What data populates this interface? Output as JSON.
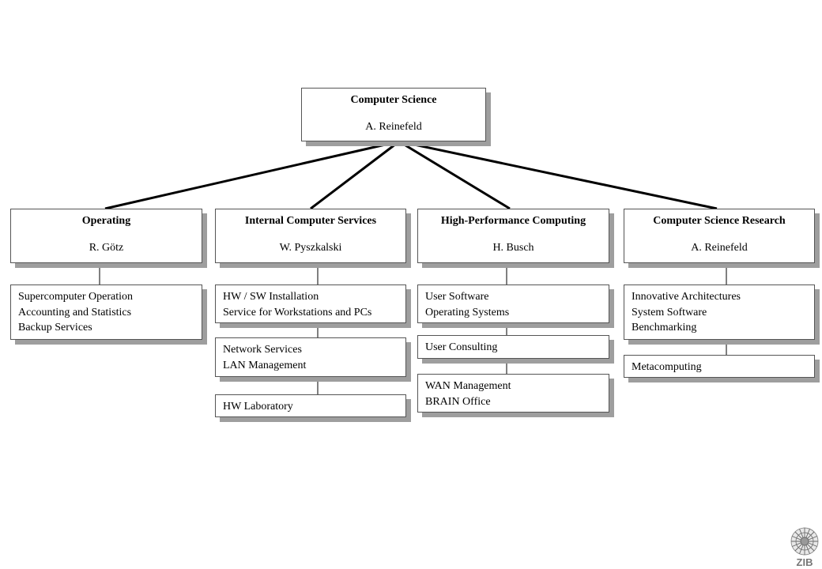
{
  "root": {
    "title": "Computer Science",
    "person": "A. Reinefeld"
  },
  "departments": [
    {
      "title": "Operating",
      "person": "R. Götz"
    },
    {
      "title": "Internal Computer Services",
      "person": "W. Pyszkalski"
    },
    {
      "title": "High-Performance Computing",
      "person": "H. Busch"
    },
    {
      "title": "Computer Science Research",
      "person": "A. Reinefeld"
    }
  ],
  "units": {
    "operating": [
      [
        "Supercomputer Operation",
        "Accounting and Statistics",
        "Backup Services"
      ]
    ],
    "internal": [
      [
        "HW / SW Installation",
        "Service for Workstations and PCs"
      ],
      [
        "Network Services",
        "LAN Management"
      ],
      [
        "HW Laboratory"
      ]
    ],
    "hpc": [
      [
        "User Software",
        "Operating Systems"
      ],
      [
        "User Consulting"
      ],
      [
        "WAN Management",
        "BRAIN Office"
      ]
    ],
    "research": [
      [
        "Innovative Architectures",
        "System Software",
        "Benchmarking"
      ],
      [
        "Metacomputing"
      ]
    ]
  },
  "logo": {
    "text": "ZIB"
  }
}
